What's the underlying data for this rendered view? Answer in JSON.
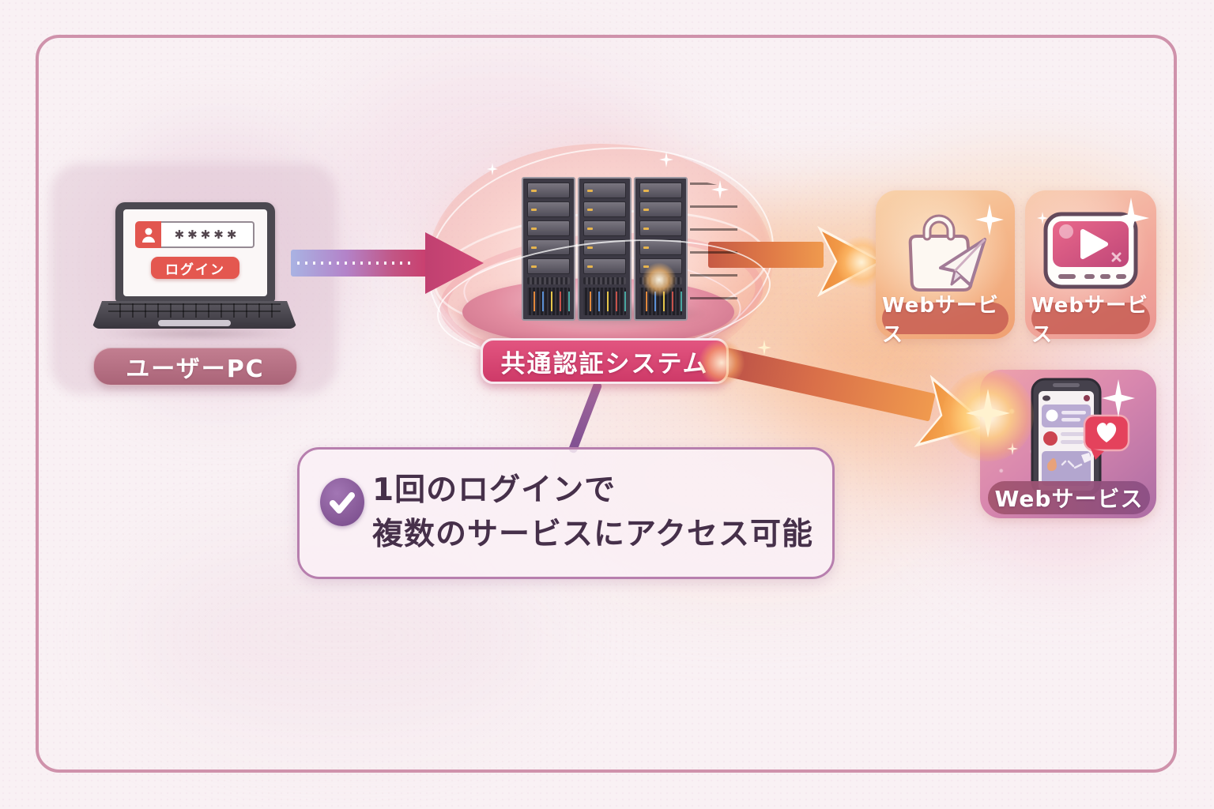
{
  "user_pc": {
    "label": "ユーザーPC",
    "password_mask": "✱✱✱✱✱",
    "login_button_label": "ログイン",
    "icon": "user-icon"
  },
  "auth_system": {
    "label": "共通認証システム",
    "icon": "server-rack-icon"
  },
  "services": [
    {
      "label": "Webサービス",
      "icon": "shopping-bag-paper-plane-icon"
    },
    {
      "label": "Webサービス",
      "icon": "video-player-icon"
    },
    {
      "label": "Webサービス",
      "icon": "smartphone-social-app-icon"
    }
  ],
  "callout": {
    "icon": "checkmark-icon",
    "line1": "1回のログインで",
    "line2": "複数のサービスにアクセス可能"
  },
  "colors": {
    "frame_border": "#cf92ab",
    "login_accent_red": "#e2564f",
    "user_pc_pill": "#b76e83",
    "auth_pill_magenta": "#d84470",
    "arrow_gradient_start": "#a9b3e3",
    "arrow_gradient_end": "#ca3e6d",
    "arrow_orange": "#ef9a4e",
    "callout_border_purple": "#b77fae",
    "check_circle_purple": "#8a5d9b",
    "callout_text": "#46304a"
  }
}
